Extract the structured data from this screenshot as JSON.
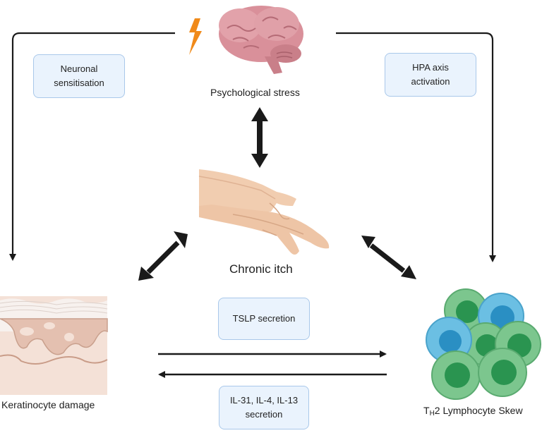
{
  "nodes": {
    "stress": "Psychological stress",
    "itch": "Chronic itch",
    "keratinocyte": "Keratinocyte damage",
    "th2_main": "T",
    "th2_sub": "H",
    "th2_rest": "2 Lymphocyte Skew"
  },
  "boxes": {
    "neuronal_1": "Neuronal",
    "neuronal_2": "sensitisation",
    "hpa_1": "HPA axis",
    "hpa_2": "activation",
    "tslp": "TSLP secretion",
    "il_1": "IL-31, IL-4, IL-13",
    "il_2": "secretion"
  },
  "colors": {
    "line": "#1a1a1a",
    "box_fill": "#eaf3fd",
    "box_border": "#a9c8ea",
    "lightning": "#f08a1a",
    "brain": "#d9909a",
    "skin_top": "#e7d2c5",
    "cell_green": "#7cc68e",
    "cell_green_nucleus": "#2a9450",
    "cell_blue": "#6bbfe3",
    "cell_blue_nucleus": "#2a8fc3"
  }
}
